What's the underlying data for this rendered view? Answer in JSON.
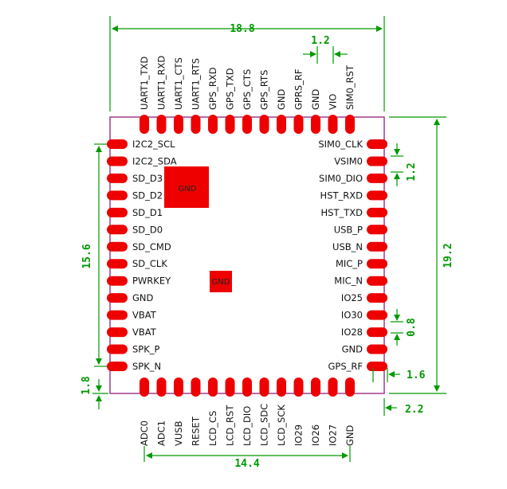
{
  "pins": {
    "top": [
      "UART1_TXD",
      "UART1_RXD",
      "UART1_CTS",
      "UART1_RTS",
      "GPS_RXD",
      "GPS_TXD",
      "GPS_CTS",
      "GPS_RTS",
      "GND",
      "GPRS_RF",
      "GND",
      "VIO",
      "SIM0_RST"
    ],
    "left": [
      "I2C2_SCL",
      "I2C2_SDA",
      "SD_D3",
      "SD_D2",
      "SD_D1",
      "SD_D0",
      "SD_CMD",
      "SD_CLK",
      "PWRKEY",
      "GND",
      "VBAT",
      "VBAT",
      "SPK_P",
      "SPK_N"
    ],
    "right": [
      "SIM0_CLK",
      "VSIM0",
      "SIM0_DIO",
      "HST_RXD",
      "HST_TXD",
      "USB_P",
      "USB_N",
      "MIC_P",
      "MIC_N",
      "IO25",
      "IO30",
      "IO28",
      "GND",
      "GPS_RF"
    ],
    "bottom": [
      "ADC0",
      "ADC1",
      "VUSB",
      "RESET",
      "LCD_CS",
      "LCD_RST",
      "LCD_DIO",
      "LCD_SDC",
      "LCD_SCK",
      "IO29",
      "IO26",
      "IO27",
      "GND"
    ]
  },
  "gnd_pads": [
    "GND",
    "GND"
  ],
  "dimensions": {
    "top_width": "18.8",
    "top_pitch": "1.2",
    "right_height": "19.2",
    "right_pitch": "1.2",
    "pad_width": "0.8",
    "right_pad_length": "1.6",
    "right_offset": "2.2",
    "left_span": "15.6",
    "bottom_offset": "1.8",
    "bottom_span": "14.4"
  },
  "colors": {
    "pad": "#ee0000",
    "outline": "#9b2d86",
    "dimension": "#009900"
  }
}
